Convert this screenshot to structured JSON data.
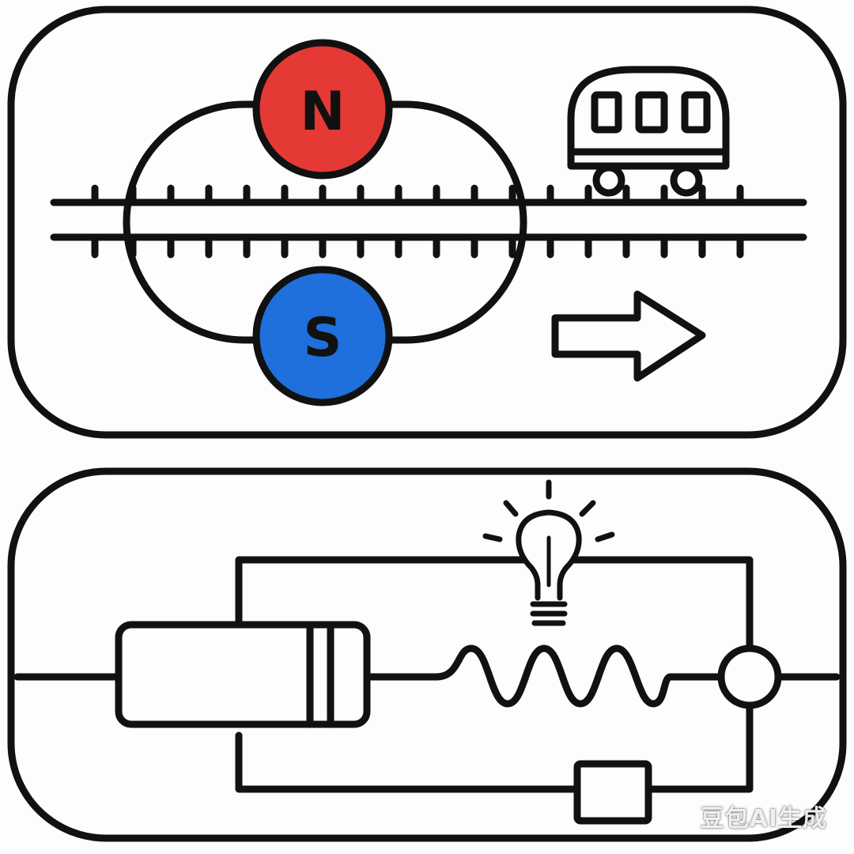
{
  "magnet": {
    "north_label": "N",
    "south_label": "S",
    "north_color": "#e53935",
    "south_color": "#1f6fdc"
  },
  "icons": {
    "train": "train-icon",
    "direction": "right-arrow-icon",
    "bulb": "lightbulb-icon",
    "coil": "coil-icon",
    "resistor": "resistor-icon",
    "meter": "meter-icon",
    "switch": "switch-box-icon"
  },
  "stroke_color": "#111111",
  "watermark": "豆包AI生成"
}
